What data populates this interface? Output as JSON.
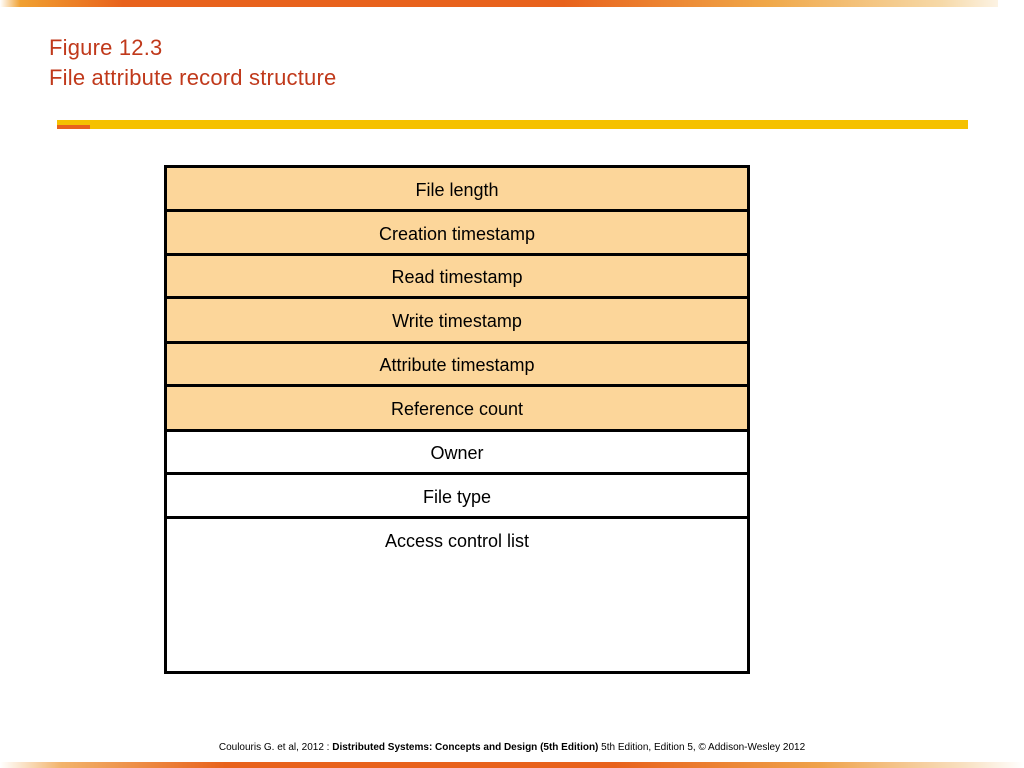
{
  "slide": {
    "figure_number": "Figure 12.3",
    "figure_title": "File attribute record structure"
  },
  "diagram": {
    "type": "record-structure",
    "rows": [
      {
        "label": "File length",
        "fill": "#fcd69a"
      },
      {
        "label": "Creation timestamp",
        "fill": "#fcd69a"
      },
      {
        "label": "Read timestamp",
        "fill": "#fcd69a"
      },
      {
        "label": "Write timestamp",
        "fill": "#fcd69a"
      },
      {
        "label": "Attribute timestamp",
        "fill": "#fcd69a"
      },
      {
        "label": "Reference count",
        "fill": "#fcd69a"
      },
      {
        "label": "Owner",
        "fill": "#ffffff"
      },
      {
        "label": "File type",
        "fill": "#ffffff"
      },
      {
        "label": "Access control list",
        "fill": "#ffffff"
      }
    ]
  },
  "footer": {
    "prefix": "Coulouris G. et al, 2012 : ",
    "bold": "Distributed Systems: Concepts and Design (5th Edition)",
    "suffix": " 5th Edition, Edition 5, © Addison-Wesley 2012"
  },
  "colors": {
    "title": "#c0391b",
    "rule": "#f5c100",
    "accent": "#e8621c",
    "row_fill": "#fcd69a"
  }
}
